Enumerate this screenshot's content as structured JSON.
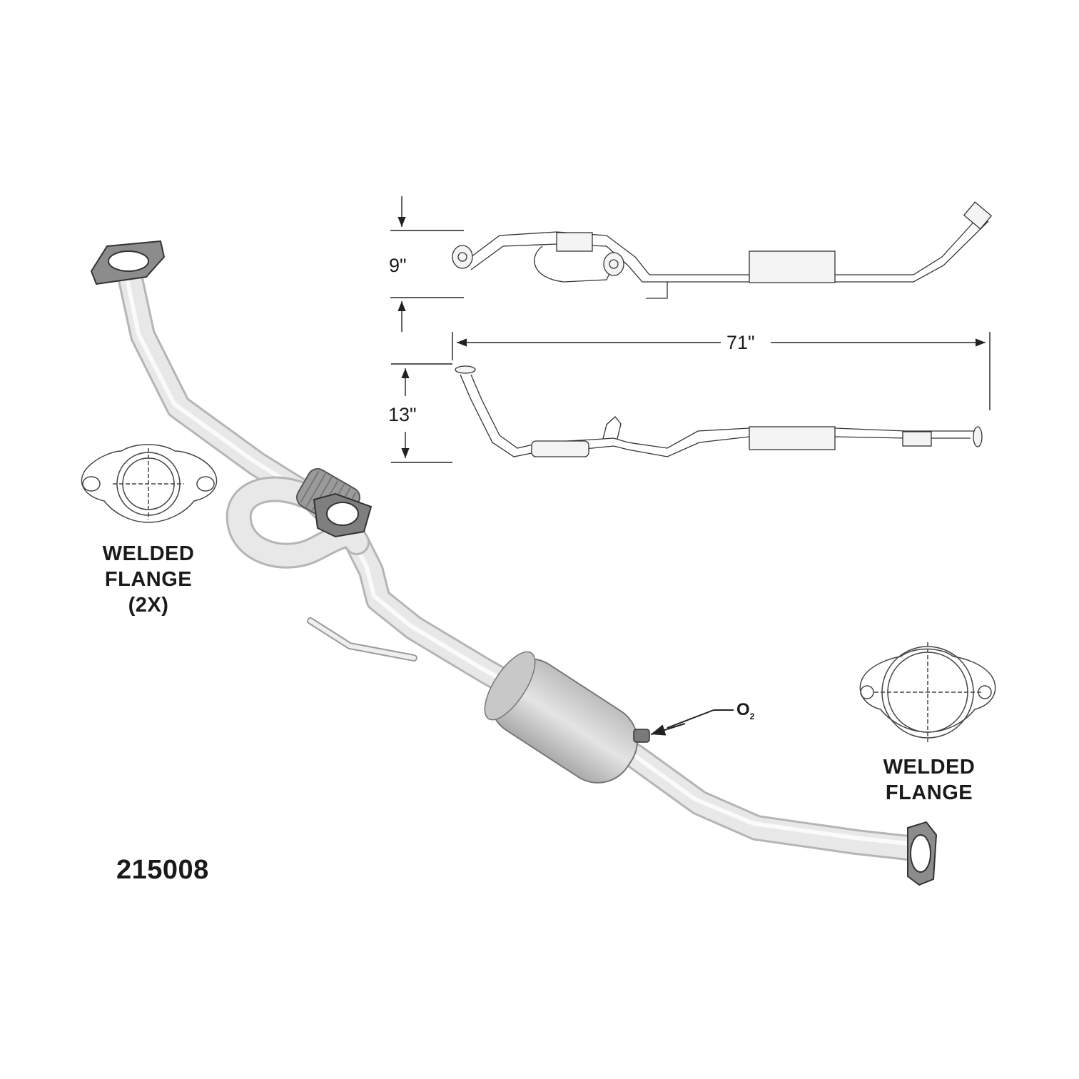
{
  "part_number": "215008",
  "callouts": {
    "inlet_flange": {
      "line1": "WELDED",
      "line2": "FLANGE",
      "line3": "(2X)"
    },
    "outlet_flange": {
      "line1": "WELDED",
      "line2": "FLANGE"
    },
    "sensor": {
      "text": "O",
      "sub": "2"
    }
  },
  "dimensions": {
    "height_top_view": "9\"",
    "overall_length": "71\"",
    "height_side_view": "13\""
  },
  "colors": {
    "pipe_fill": "#e6e6e6",
    "pipe_shade": "#bdbdbd",
    "converter_fill": "#d4d4d4",
    "flange_dark": "#8a8a8a",
    "line": "#2b2b2b"
  }
}
